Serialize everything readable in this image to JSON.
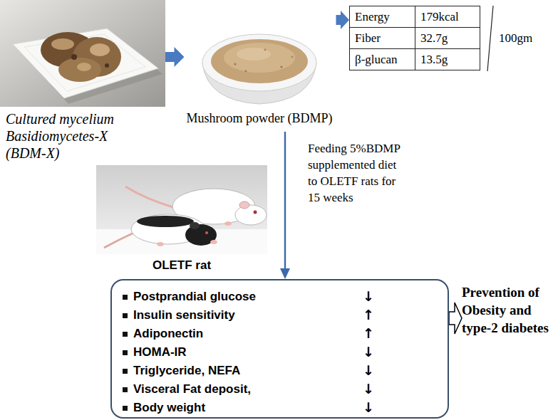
{
  "diagram": {
    "nodes": [
      {
        "text": [
          "Cultured mycelium Basidiomycetes-X (BDM-X)"
        ]
      },
      {
        "text": [
          "Mushroom powder (BDMP)"
        ]
      },
      {
        "text": [
          "Energy",
          "179kcal",
          "Fiber",
          "32.7g",
          "β-glucan",
          "13.5g",
          "100gm"
        ]
      },
      {
        "text": [
          "OLETF rat"
        ]
      },
      {
        "text": [
          "Postprandial glucose",
          "↓",
          "Insulin sensitivity",
          "↑",
          "Adiponectin",
          "↑",
          "HOMA-IR",
          "↓",
          "Triglyceride, NEFA",
          "↓",
          "Visceral Fat deposit,",
          "↓",
          "Body weight",
          "↓"
        ]
      },
      {
        "text": [
          "Prevention of Obesity and type-2 diabetes"
        ]
      }
    ],
    "edges": [
      {
        "from": 0,
        "to": 1,
        "arrow": "to"
      },
      {
        "from": 1,
        "to": 2,
        "arrow": "to"
      },
      {
        "from": 1,
        "to": 4,
        "arrow": "to",
        "label": "Feeding 5%BDMP supplemented diet to OLETF rats for 15 weeks"
      },
      {
        "from": 4,
        "to": 5,
        "arrow": "to"
      }
    ]
  }
}
